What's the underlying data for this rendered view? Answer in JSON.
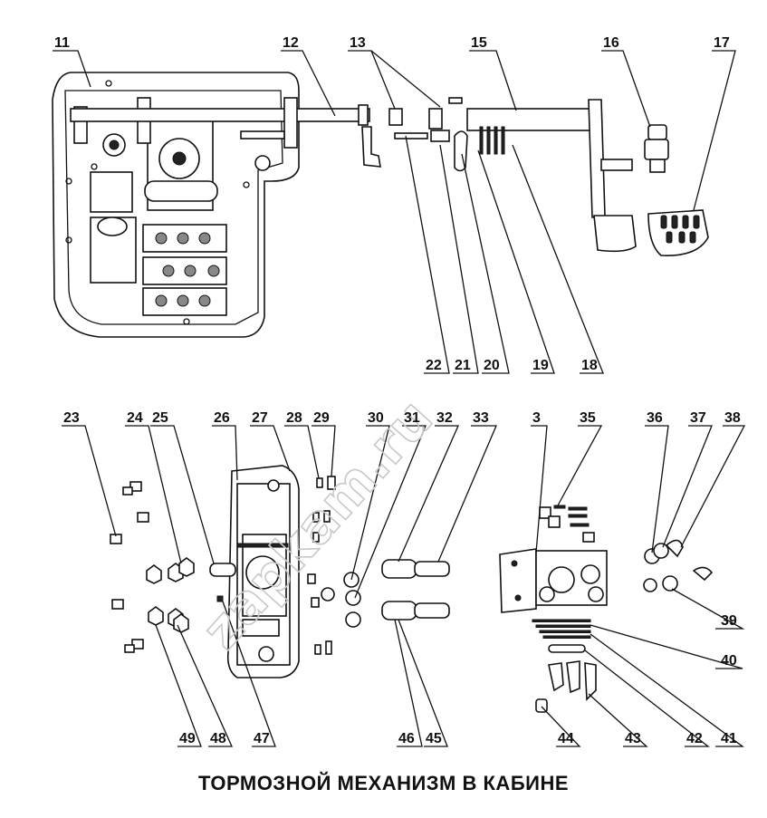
{
  "caption": "ТОРМОЗНОЙ МЕХАНИЗМ В КАБИНЕ",
  "watermark": "zapkam.ru",
  "callouts": [
    "11",
    "12",
    "13",
    "15",
    "16",
    "17",
    "22",
    "21",
    "20",
    "19",
    "18",
    "23",
    "24",
    "25",
    "26",
    "27",
    "28",
    "29",
    "30",
    "31",
    "32",
    "33",
    "3",
    "35",
    "36",
    "37",
    "38",
    "39",
    "40",
    "41",
    "42",
    "43",
    "44",
    "45",
    "46",
    "47",
    "48",
    "49"
  ]
}
